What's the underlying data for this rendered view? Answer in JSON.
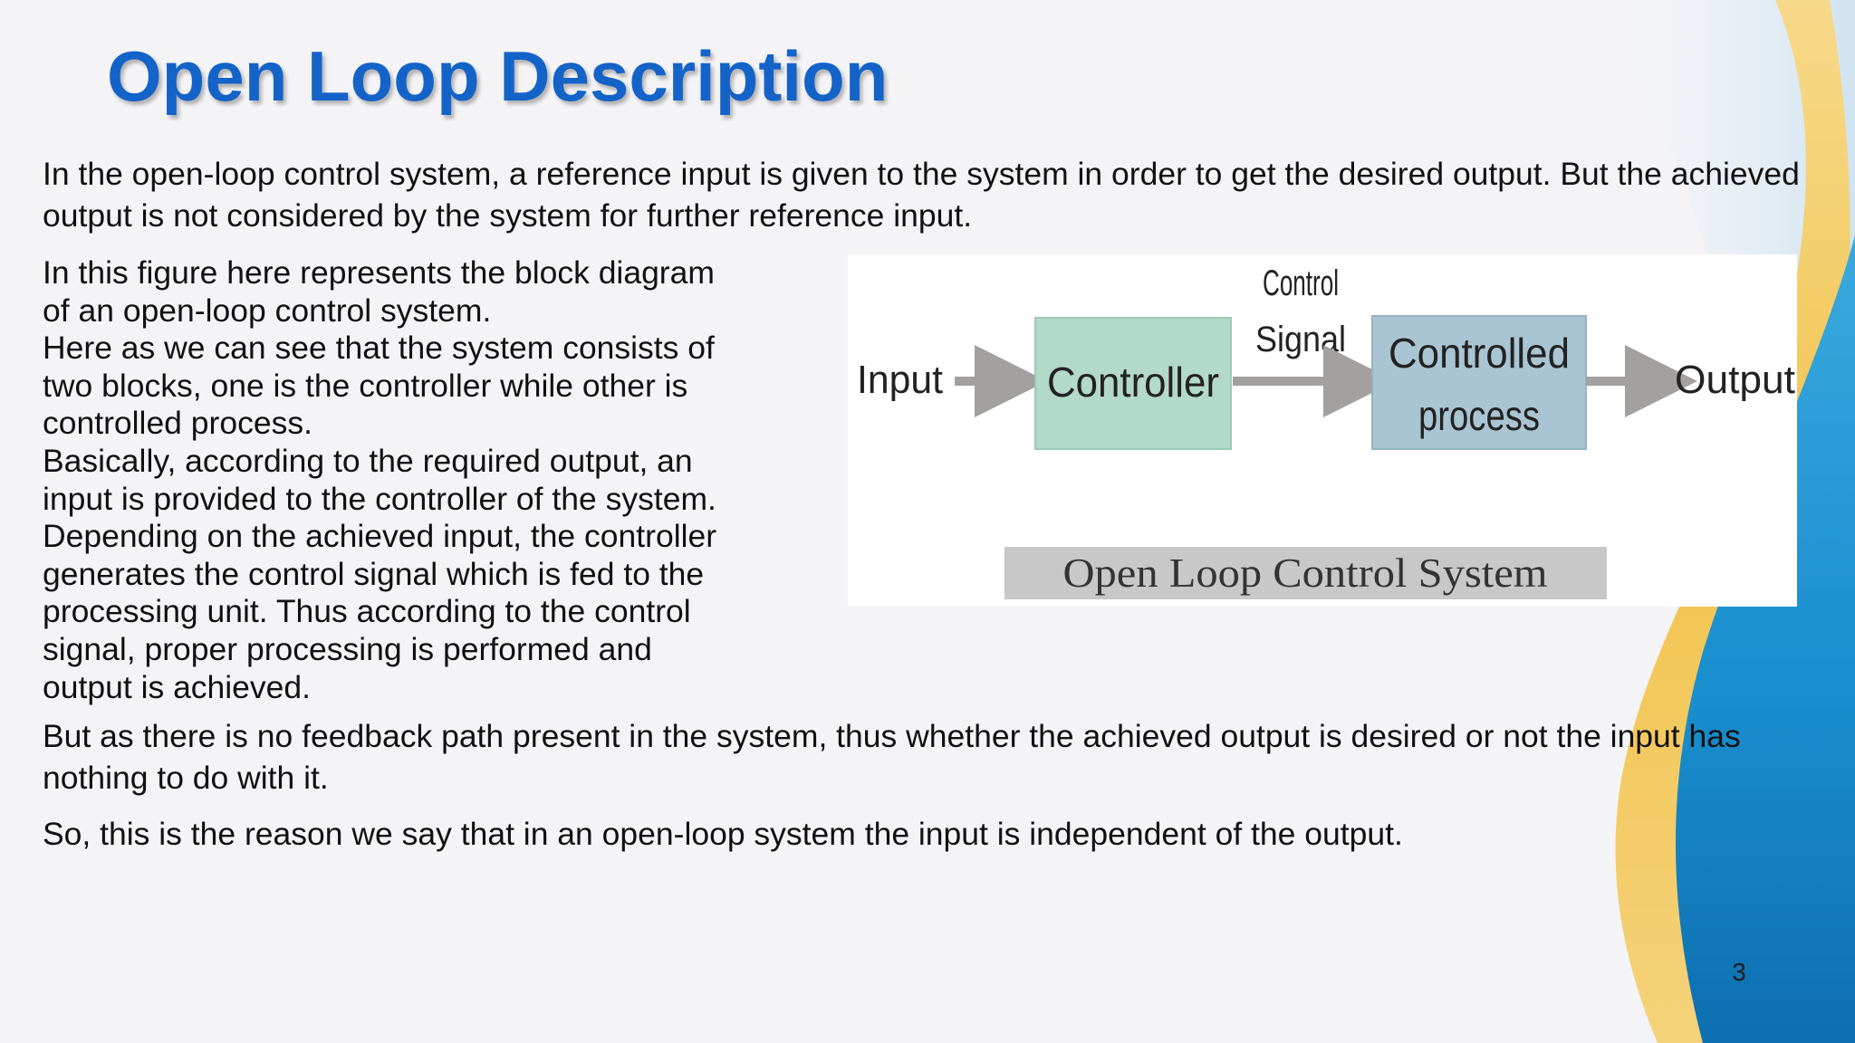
{
  "slide": {
    "title": "Open Loop Description",
    "paragraph_1": "In the open-loop control system, a reference input is given to the system in order to get the desired output. But the achieved output is not considered by the system for further reference input.",
    "left_lines": [
      "In this figure here represents the block diagram",
      "of an open-loop control system.",
      "Here as we can see that the system consists of",
      "two blocks, one is the controller while other is",
      "controlled process.",
      "Basically, according to the required output, an",
      "input is provided to the controller of the system.",
      "Depending on the achieved input, the controller",
      "generates the control signal which is fed to the",
      "processing unit. Thus according to the control",
      "signal, proper processing is performed and",
      "output is achieved."
    ],
    "paragraph_3": "But as there is no feedback path present in the system, thus whether the achieved output is desired or not the input has nothing to do with it.",
    "paragraph_4": "So, this is the reason we say that in an open-loop system the input is independent of the output.",
    "page_number": "3"
  },
  "diagram": {
    "input_label": "Input",
    "controller_label": "Controller",
    "signal_label_line1": "Control",
    "signal_label_line2": "Signal",
    "process_label_line1": "Controlled",
    "process_label_line2": "process",
    "output_label": "Output",
    "caption": "Open Loop Control System",
    "controller_color": "#b3d9c8",
    "process_color": "#a9c4d3",
    "arrow_color": "#a3a0a0",
    "caption_bg": "#c8c8c8"
  },
  "colors": {
    "title": "#1463c8",
    "body_text": "#111111",
    "background": "#f4f4f6",
    "wave_blue": "#1a9ad6",
    "wave_yellow": "#f3c851"
  }
}
